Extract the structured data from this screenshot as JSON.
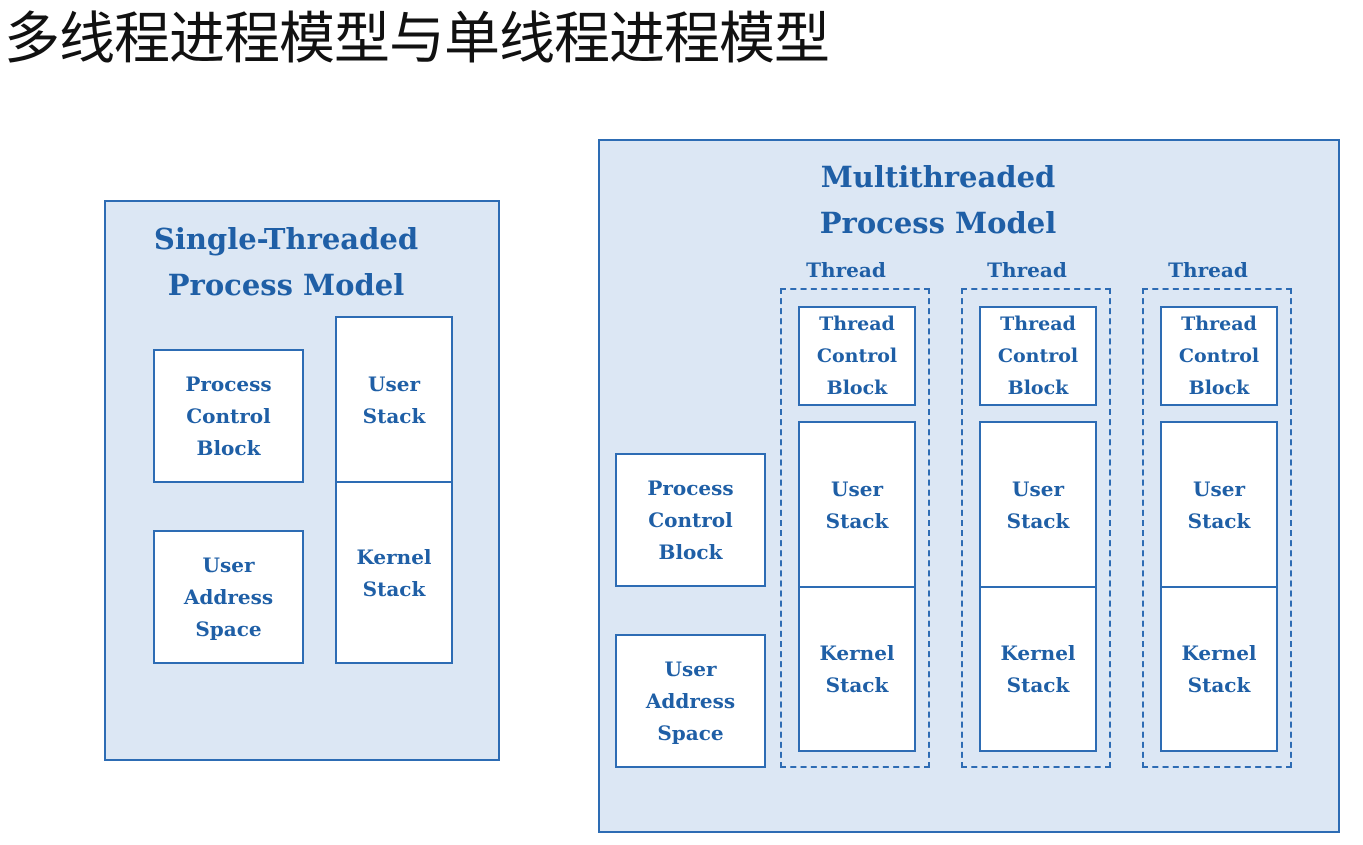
{
  "page": {
    "title": "多线程进程模型与单线程进程模型"
  },
  "single": {
    "heading_line1": "Single-Threaded",
    "heading_line2": "Process Model",
    "pcb": "Process\nControl\nBlock",
    "user_address_space": "User\nAddress\nSpace",
    "user_stack": "User\nStack",
    "kernel_stack": "Kernel\nStack"
  },
  "multi": {
    "heading_line1": "Multithreaded",
    "heading_line2": "Process Model",
    "pcb": "Process\nControl\nBlock",
    "user_address_space": "User\nAddress\nSpace",
    "threads": [
      {
        "label": "Thread",
        "tcb": "Thread\nControl\nBlock",
        "user_stack": "User\nStack",
        "kernel_stack": "Kernel\nStack"
      },
      {
        "label": "Thread",
        "tcb": "Thread\nControl\nBlock",
        "user_stack": "User\nStack",
        "kernel_stack": "Kernel\nStack"
      },
      {
        "label": "Thread",
        "tcb": "Thread\nControl\nBlock",
        "user_stack": "User\nStack",
        "kernel_stack": "Kernel\nStack"
      }
    ]
  },
  "colors": {
    "panel_fill": "#dce7f4",
    "border": "#2d6cb4",
    "text_blue": "#1f5fa6"
  }
}
